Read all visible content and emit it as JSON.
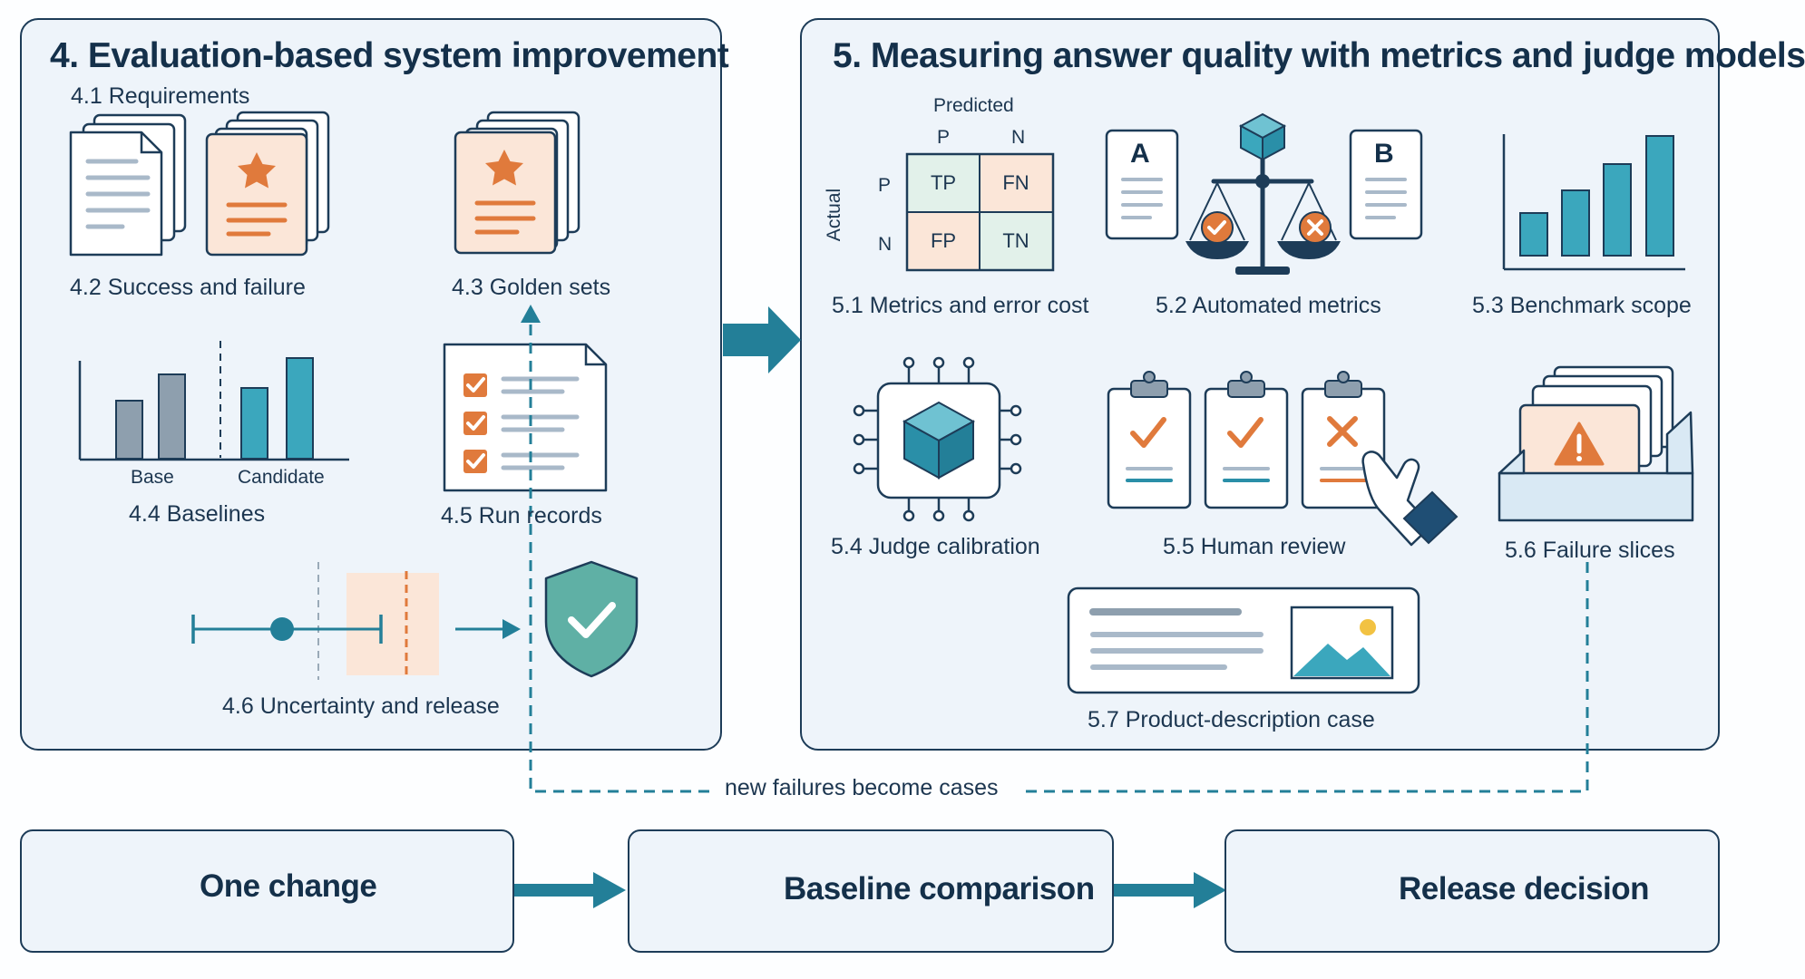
{
  "colors": {
    "navy": "#1d3c58",
    "teal": "#2a8fa8",
    "orange": "#e07a3c",
    "peach": "#fbe6d8",
    "mint": "#e2f1ea",
    "panel": "#eef4fa"
  },
  "section4": {
    "title": "4.  Evaluation-based system improvement",
    "items": {
      "requirements": "4.1  Requirements",
      "success_failure": "4.2 Success and failure",
      "golden_sets": "4.3  Golden sets",
      "baselines": "4.4  Baselines",
      "run_records": "4.5 Run records",
      "uncertainty": "4.6  Uncertainty and release"
    },
    "baseline_chart": {
      "base_label": "Base",
      "candidate_label": "Candidate"
    }
  },
  "section5": {
    "title": "5.  Measuring answer quality with metrics and judge models",
    "matrix": {
      "predicted": "Predicted",
      "actual": "Actual",
      "p": "P",
      "n": "N",
      "tp": "TP",
      "fn": "FN",
      "fp": "FP",
      "tn": "TN"
    },
    "ab": {
      "a": "A",
      "b": "B"
    },
    "items": {
      "metrics": "5.1  Metrics and error cost",
      "automated": "5.2  Automated metrics",
      "benchmark": "5.3  Benchmark scope",
      "judge": "5.4  Judge calibration",
      "human": "5.5 Human review",
      "failure": "5.6 Failure slices",
      "product": "5.7  Product-description case"
    }
  },
  "feedback_label": "new failures become cases",
  "flow": {
    "one_change": "One change",
    "baseline_comparison": "Baseline comparison",
    "release_decision": "Release decision"
  }
}
